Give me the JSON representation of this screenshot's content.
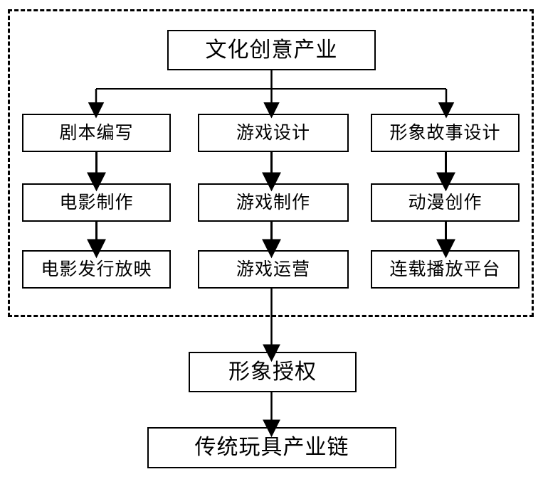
{
  "diagram": {
    "title_text": "文化创意产业",
    "root": {
      "label": "文化创意产业"
    },
    "group": {
      "name": "cultural-creative-industry-group",
      "style": "dashed-border"
    },
    "columns": [
      {
        "name": "film-chain",
        "steps": [
          {
            "label": "剧本编写"
          },
          {
            "label": "电影制作"
          },
          {
            "label": "电影发行放映"
          }
        ]
      },
      {
        "name": "game-chain",
        "steps": [
          {
            "label": "游戏设计"
          },
          {
            "label": "游戏制作"
          },
          {
            "label": "游戏运营"
          }
        ]
      },
      {
        "name": "animation-chain",
        "steps": [
          {
            "label": "形象故事设计"
          },
          {
            "label": "动漫创作"
          },
          {
            "label": "连载播放平台"
          }
        ]
      }
    ],
    "downstream": [
      {
        "label": "形象授权"
      },
      {
        "label": "传统玩具产业链"
      }
    ],
    "colors": {
      "stroke": "#000000",
      "background": "#ffffff",
      "text": "#000000"
    }
  }
}
